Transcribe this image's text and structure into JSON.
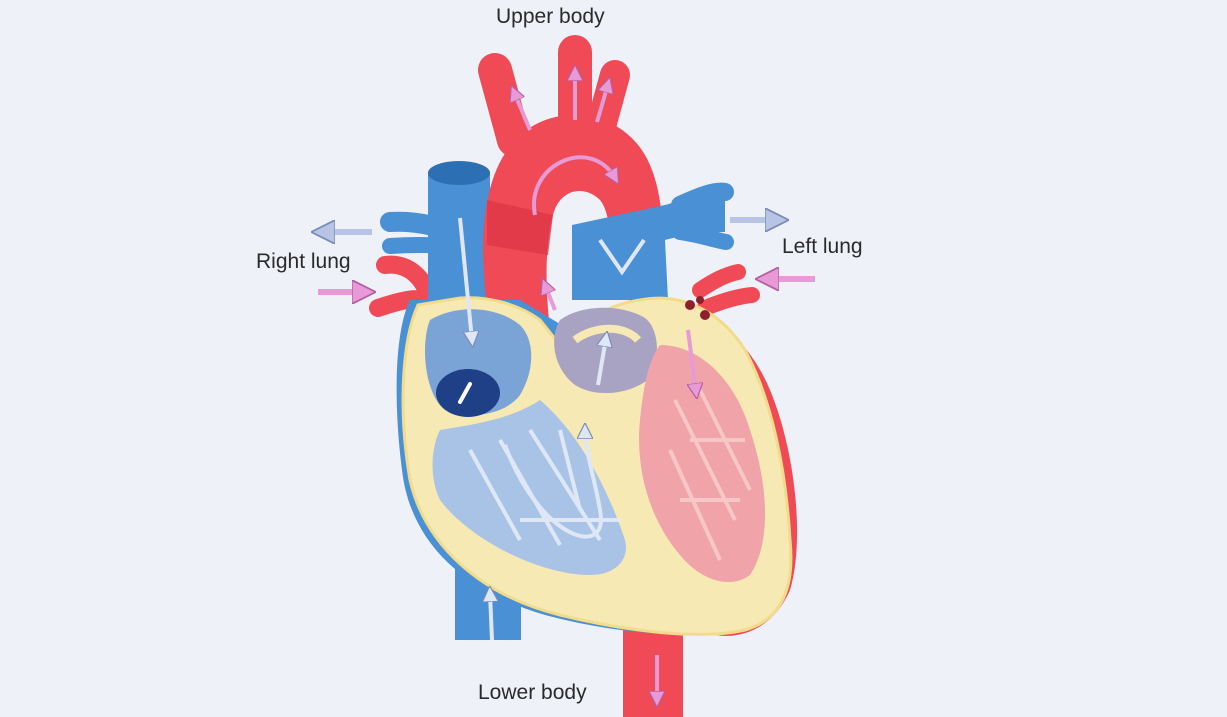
{
  "labels": {
    "upper_body": "Upper body",
    "right_lung": "Right lung",
    "left_lung": "Left lung",
    "lower_body": "Lower body"
  },
  "colors": {
    "background": "#eef1f7",
    "oxygenated": "#ef4a56",
    "deoxygenated": "#4a90d4",
    "heart_wall": "#f7e9b4",
    "arrow_to_lungs": "#b8c4e6",
    "arrow_from_lungs": "#e79ad6"
  }
}
